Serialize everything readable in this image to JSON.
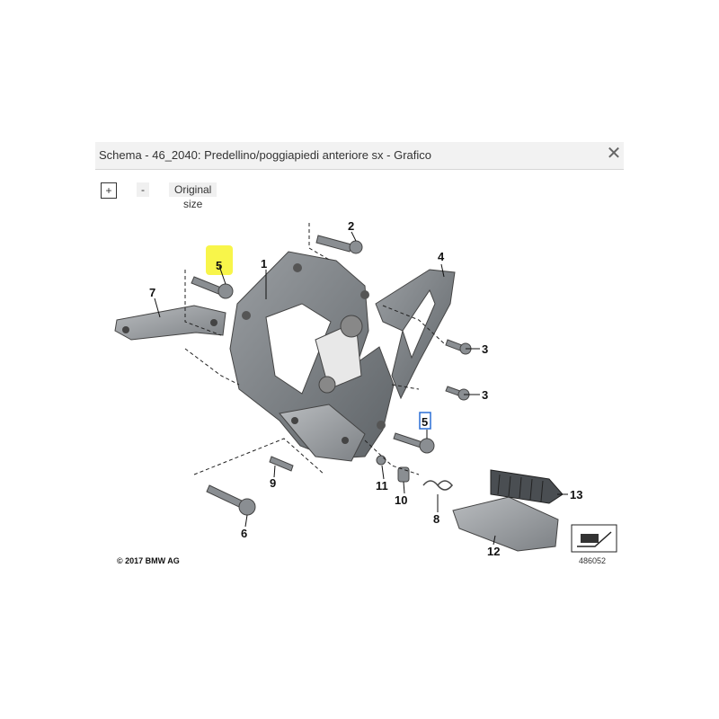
{
  "window": {
    "title": "Schema - 46_2040: Predellino/poggiapiedi anteriore sx - Grafico",
    "close_icon": "close-icon"
  },
  "toolbar": {
    "zoom_in_label": "+",
    "zoom_out_label": "-",
    "original_size_label": "Original size"
  },
  "diagram": {
    "callouts": [
      "1",
      "2",
      "3",
      "3",
      "4",
      "5",
      "5",
      "6",
      "7",
      "8",
      "9",
      "10",
      "11",
      "12",
      "13"
    ],
    "highlight_colors": {
      "yellow": "#f7f32a",
      "blue": "#2a6fd6"
    },
    "copyright": "© 2017 BMW AG",
    "image_number": "486052"
  }
}
